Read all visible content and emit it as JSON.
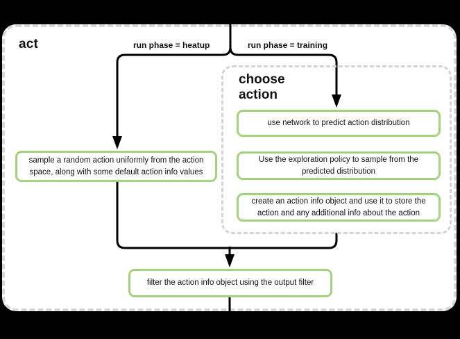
{
  "diagram": {
    "title": "act",
    "edge_labels": {
      "heatup": "run phase = heatup",
      "training": "run phase = training"
    },
    "nodes": {
      "sample_random": "sample a random action uniformly from the action space, along with some default action info values",
      "filter_output": "filter the action info object using the output filter"
    },
    "choose_action_group": {
      "title": "choose\naction",
      "steps": [
        "use network to predict action distribution",
        "Use the exploration policy to sample from the predicted distribution",
        "create an action info object and use it to store the action and any additional info about the action"
      ]
    },
    "colors": {
      "background": "#000000",
      "canvas": "#ffffff",
      "frame_border": "#d8d8d8",
      "group_border": "#d4d4d4",
      "node_border": "#a3d27c",
      "flow_line": "#000000",
      "text": "#111111"
    }
  }
}
